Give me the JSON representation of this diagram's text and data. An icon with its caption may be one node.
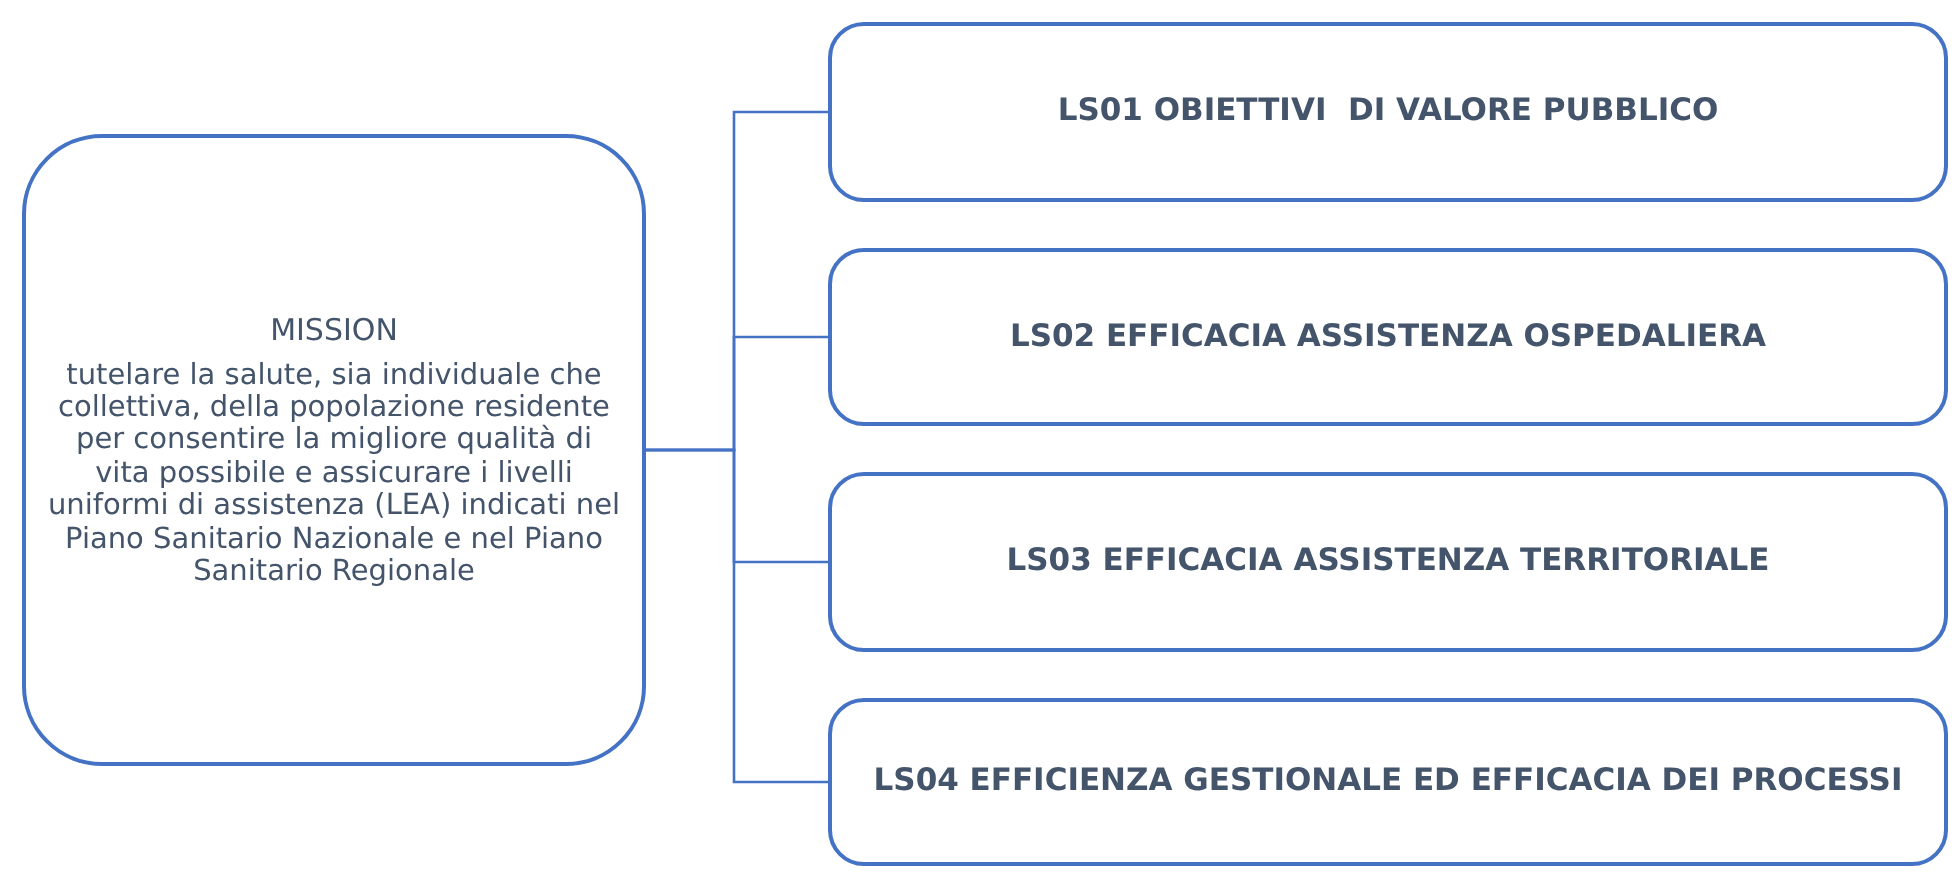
{
  "diagram": {
    "nodes": [
      {
        "text": [
          "MISSION",
          "tutelare la salute, sia individuale che collettiva, della popolazione residente per consentire la migliore qualità di vita possibile e assicurare i livelli uniformi di assistenza (LEA) indicati nel Piano Sanitario Nazionale e nel Piano Sanitario Regionale"
        ]
      },
      {
        "text": [
          "LS01 OBIETTIVI  DI VALORE PUBBLICO"
        ]
      },
      {
        "text": [
          "LS02 EFFICACIA ASSISTENZA OSPEDALIERA"
        ]
      },
      {
        "text": [
          "LS03 EFFICACIA ASSISTENZA TERRITORIALE"
        ]
      },
      {
        "text": [
          "LS04 EFFICIENZA GESTIONALE ED EFFICACIA DEI PROCESSI"
        ]
      }
    ],
    "edges": [
      {
        "from": 0,
        "to": 1,
        "arrow": "none"
      },
      {
        "from": 0,
        "to": 2,
        "arrow": "none"
      },
      {
        "from": 0,
        "to": 3,
        "arrow": "none"
      },
      {
        "from": 0,
        "to": 4,
        "arrow": "none"
      }
    ]
  }
}
